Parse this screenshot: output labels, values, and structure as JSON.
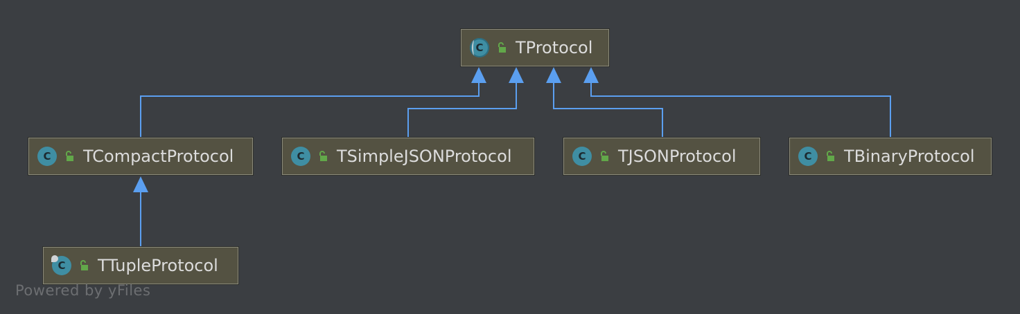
{
  "diagram": {
    "nodes": {
      "tprotocol": {
        "label": "TProtocol",
        "icon": "abstract-class-icon",
        "visibility": "public"
      },
      "tcompact": {
        "label": "TCompactProtocol",
        "icon": "class-icon",
        "visibility": "public"
      },
      "tsimplejson": {
        "label": "TSimpleJSONProtocol",
        "icon": "class-icon",
        "visibility": "public"
      },
      "tjson": {
        "label": "TJSONProtocol",
        "icon": "class-icon",
        "visibility": "public"
      },
      "tbinary": {
        "label": "TBinaryProtocol",
        "icon": "class-icon",
        "visibility": "public"
      },
      "ttuple": {
        "label": "TTupleProtocol",
        "icon": "final-class-icon",
        "visibility": "public"
      }
    },
    "edges": [
      {
        "from": "tcompact",
        "to": "tprotocol",
        "type": "extends"
      },
      {
        "from": "tsimplejson",
        "to": "tprotocol",
        "type": "extends"
      },
      {
        "from": "tjson",
        "to": "tprotocol",
        "type": "extends"
      },
      {
        "from": "tbinary",
        "to": "tprotocol",
        "type": "extends"
      },
      {
        "from": "ttuple",
        "to": "tcompact",
        "type": "extends"
      }
    ],
    "class_glyph": "C",
    "colors": {
      "background": "#3b3e42",
      "edge": "#5b9ff0",
      "node_fill": "#545242",
      "class_icon": "#3f8ea3",
      "lock_icon": "#62a84a"
    }
  },
  "watermark": "Powered by yFiles"
}
